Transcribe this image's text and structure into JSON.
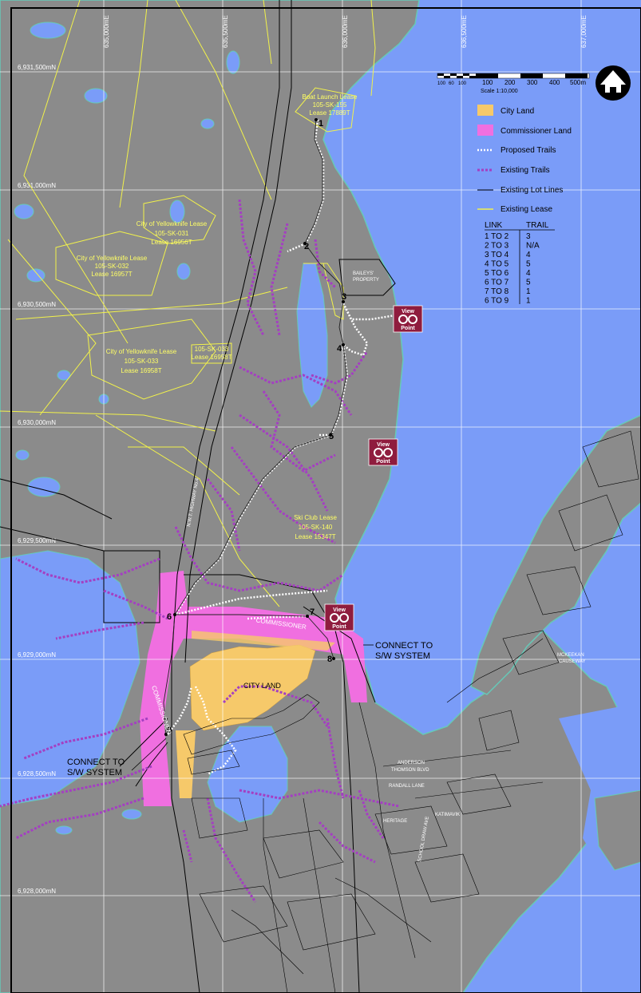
{
  "colors": {
    "water": "#7a9cf8",
    "land": "#8b8b8b",
    "city_land": "#f6c96a",
    "commissioner_land": "#f06fe0",
    "proposed_trail": "#ffffff",
    "existing_trail": "#a43fc2",
    "lot_line": "#000000",
    "lease_line": "#f2f24a",
    "grid_line": "#ffffff",
    "view_point": "#8f1c3e"
  },
  "grid": {
    "easting": [
      "635,000mE",
      "635,500mE",
      "636,000mE",
      "636,500mE",
      "637,000mE"
    ],
    "northing": [
      "6,931,500mN",
      "6,931,000mN",
      "6,930,500mN",
      "6,930,000mN",
      "6,929,500mN",
      "6,929,000mN",
      "6,928,500mN",
      "6,928,000mN"
    ]
  },
  "scale": {
    "ticks": [
      "100",
      "60",
      "100",
      "100",
      "200",
      "300",
      "400",
      "500m"
    ],
    "text": "Scale 1:10,000"
  },
  "legend": [
    {
      "label": "City Land",
      "symbol": "city-land-swatch"
    },
    {
      "label": "Commissioner Land",
      "symbol": "commissioner-land-swatch"
    },
    {
      "label": "Proposed Trails",
      "symbol": "dotted-white-line"
    },
    {
      "label": "Existing Trails",
      "symbol": "dashed-purple-line"
    },
    {
      "label": "Existing Lot Lines",
      "symbol": "black-line"
    },
    {
      "label": "Existing Lease",
      "symbol": "yellow-line"
    }
  ],
  "link_table": {
    "headers": [
      "LINK",
      "TRAIL"
    ],
    "rows": [
      [
        "1 TO 2",
        "3"
      ],
      [
        "2 TO 3",
        "N/A"
      ],
      [
        "3 TO 4",
        "4"
      ],
      [
        "4 TO 5",
        "5"
      ],
      [
        "5 TO 6",
        "4"
      ],
      [
        "6 TO 7",
        "5"
      ],
      [
        "7 TO 8",
        "1"
      ],
      [
        "6 TO 9",
        "1"
      ]
    ]
  },
  "leases": {
    "boat_launch": [
      "Boat Launch Lease",
      "105-SK-155",
      "Lease 17889T"
    ],
    "yk_031": [
      "City of Yellowknife Lease",
      "105-SK-031",
      "Lease 16956T"
    ],
    "yk_032": [
      "City of Yellowknife Lease",
      "105-SK-032",
      "Lease 16957T"
    ],
    "yk_033": [
      "City of Yellowknife Lease",
      "105-SK-033",
      "Lease 16958T"
    ],
    "small_033": [
      "105-SK-033",
      "Lease 16958T"
    ],
    "ski_club": [
      "Ski Club Lease",
      "105-SK-140",
      "Lease 15347T"
    ]
  },
  "nodes": [
    "1",
    "2",
    "3",
    "4",
    "5",
    "6",
    "7",
    "8",
    "9"
  ],
  "labels": {
    "baileys": [
      "BAILEYS'",
      "PROPERTY"
    ],
    "city_land": "CITY LAND",
    "commissioner_top": "COMMISSIONER",
    "commissioner_left": "COMMISSIONER",
    "highway": "N.W.T. HIGHWAY No.4",
    "connect_right": [
      "CONNECT TO",
      "S/W SYSTEM"
    ],
    "connect_left": [
      "CONNECT TO",
      "S/W SYSTEM"
    ],
    "view_point": [
      "View",
      "Point"
    ]
  },
  "streets": [
    "ANDERSON",
    "THOMSON BLVD",
    "SCHOOL DRAW AVE",
    "CAUSEWAY",
    "MCKEEKAN",
    "RANDALL LANE",
    "HERITAGE",
    "KATIMAVIK"
  ]
}
